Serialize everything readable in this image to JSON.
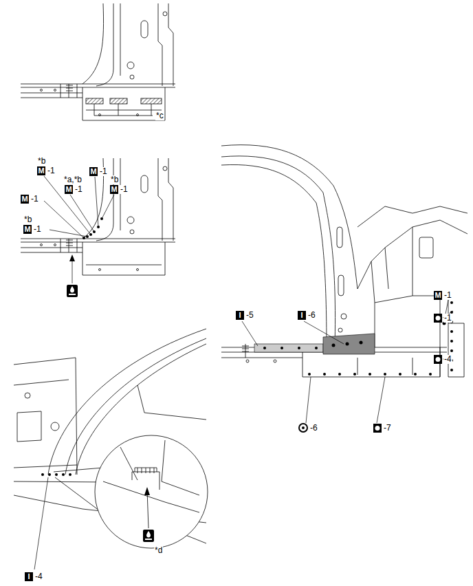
{
  "diagram": {
    "labels": [
      "*c",
      "*b",
      "M",
      "-1",
      "M",
      "-1",
      "*a,*b",
      "M",
      "-1",
      "*b",
      "M",
      "-1",
      "M",
      "-1",
      "*b",
      "M",
      "-1",
      "I",
      "-4",
      "*d",
      "I",
      "-5",
      "I",
      "-6",
      "M",
      "-1",
      "-1",
      "-4",
      "-6",
      "-7"
    ]
  }
}
